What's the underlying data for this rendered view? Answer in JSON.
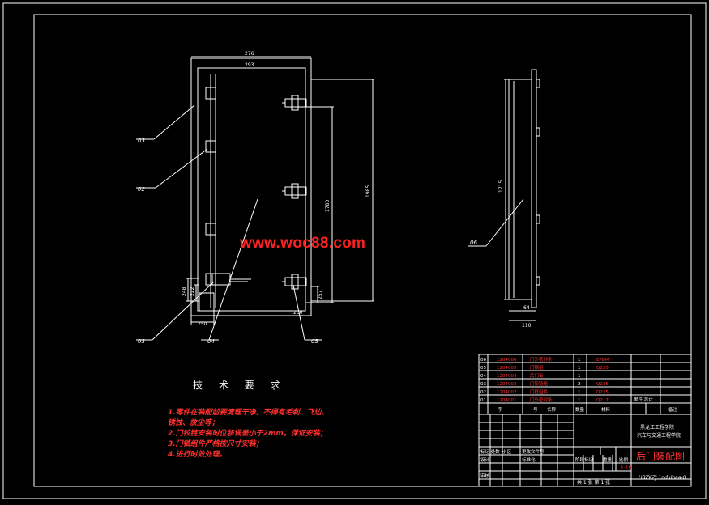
{
  "drawing": {
    "title": "后门装配图",
    "drawing_no": "HBZKZJ 1ndulnaa-0",
    "watermark": "www.woc88.com",
    "scale": "1:10",
    "sheet_info": "共 1 张 第 1 张",
    "school_line1": "黑龙江工程学院",
    "school_line2": "汽车与交通工程学院"
  },
  "dimensions": {
    "top_outer": "276",
    "top_inner": "293",
    "height_inner": "1780",
    "height_outer": "1985",
    "dim_248": "248",
    "dim_222": "222",
    "dim_250": "250",
    "dim_260": "260",
    "dim_257": "257",
    "side_height": "1715",
    "side_64": "64",
    "side_110": "110"
  },
  "balloons": [
    "03",
    "02",
    "03",
    "04",
    "05",
    "06"
  ],
  "technical_requirements": {
    "title": "技 术 要 求",
    "items": [
      "1.零件在装配前要清理干净，不得有毛刺、飞边、",
      "  锈蚀、放尘等；",
      "2.门铰链安装时位移误差小于2mm，保证安装；",
      "3.门锁组件严格按尺寸安装；",
      "4.进行时效处理。"
    ]
  },
  "parts_list": [
    {
      "no": "06",
      "code": "1204006",
      "name": "门外密封条",
      "qty": "1",
      "material": "EPDM"
    },
    {
      "no": "05",
      "code": "1204005",
      "name": "门锁组",
      "qty": "1",
      "material": "Q235"
    },
    {
      "no": "04",
      "code": "1204004",
      "name": "后门板",
      "qty": "1",
      "material": ""
    },
    {
      "no": "03",
      "code": "1204003",
      "name": "门铰链组",
      "qty": "2",
      "material": "Q235"
    },
    {
      "no": "02",
      "code": "1204002",
      "name": "门框组件",
      "qty": "1",
      "material": "Q235"
    },
    {
      "no": "01",
      "code": "1204001",
      "name": "门外密封条",
      "qty": "1",
      "material": "Q217"
    }
  ],
  "title_block": {
    "hdr_no": "序",
    "hdr_code": "号",
    "hdr_name": "名称",
    "hdr_qty": "数量",
    "hdr_mat": "材料",
    "hdr_note": "备注",
    "hdr_weight": "单件 总计",
    "row_mark": "标记 处数 分 区",
    "row_sign": "更改文件号",
    "row_design": "设计",
    "row_std": "标准化",
    "row_review": "审核",
    "stage_label": "阶段标记",
    "weight_label": "重量",
    "scale_label": "比例"
  },
  "colors": {
    "frame": "#ffffff",
    "drawing": "#ffffff",
    "text_red": "#ff3030",
    "watermark": "#ff2020",
    "dim_line": "#ffffff"
  }
}
